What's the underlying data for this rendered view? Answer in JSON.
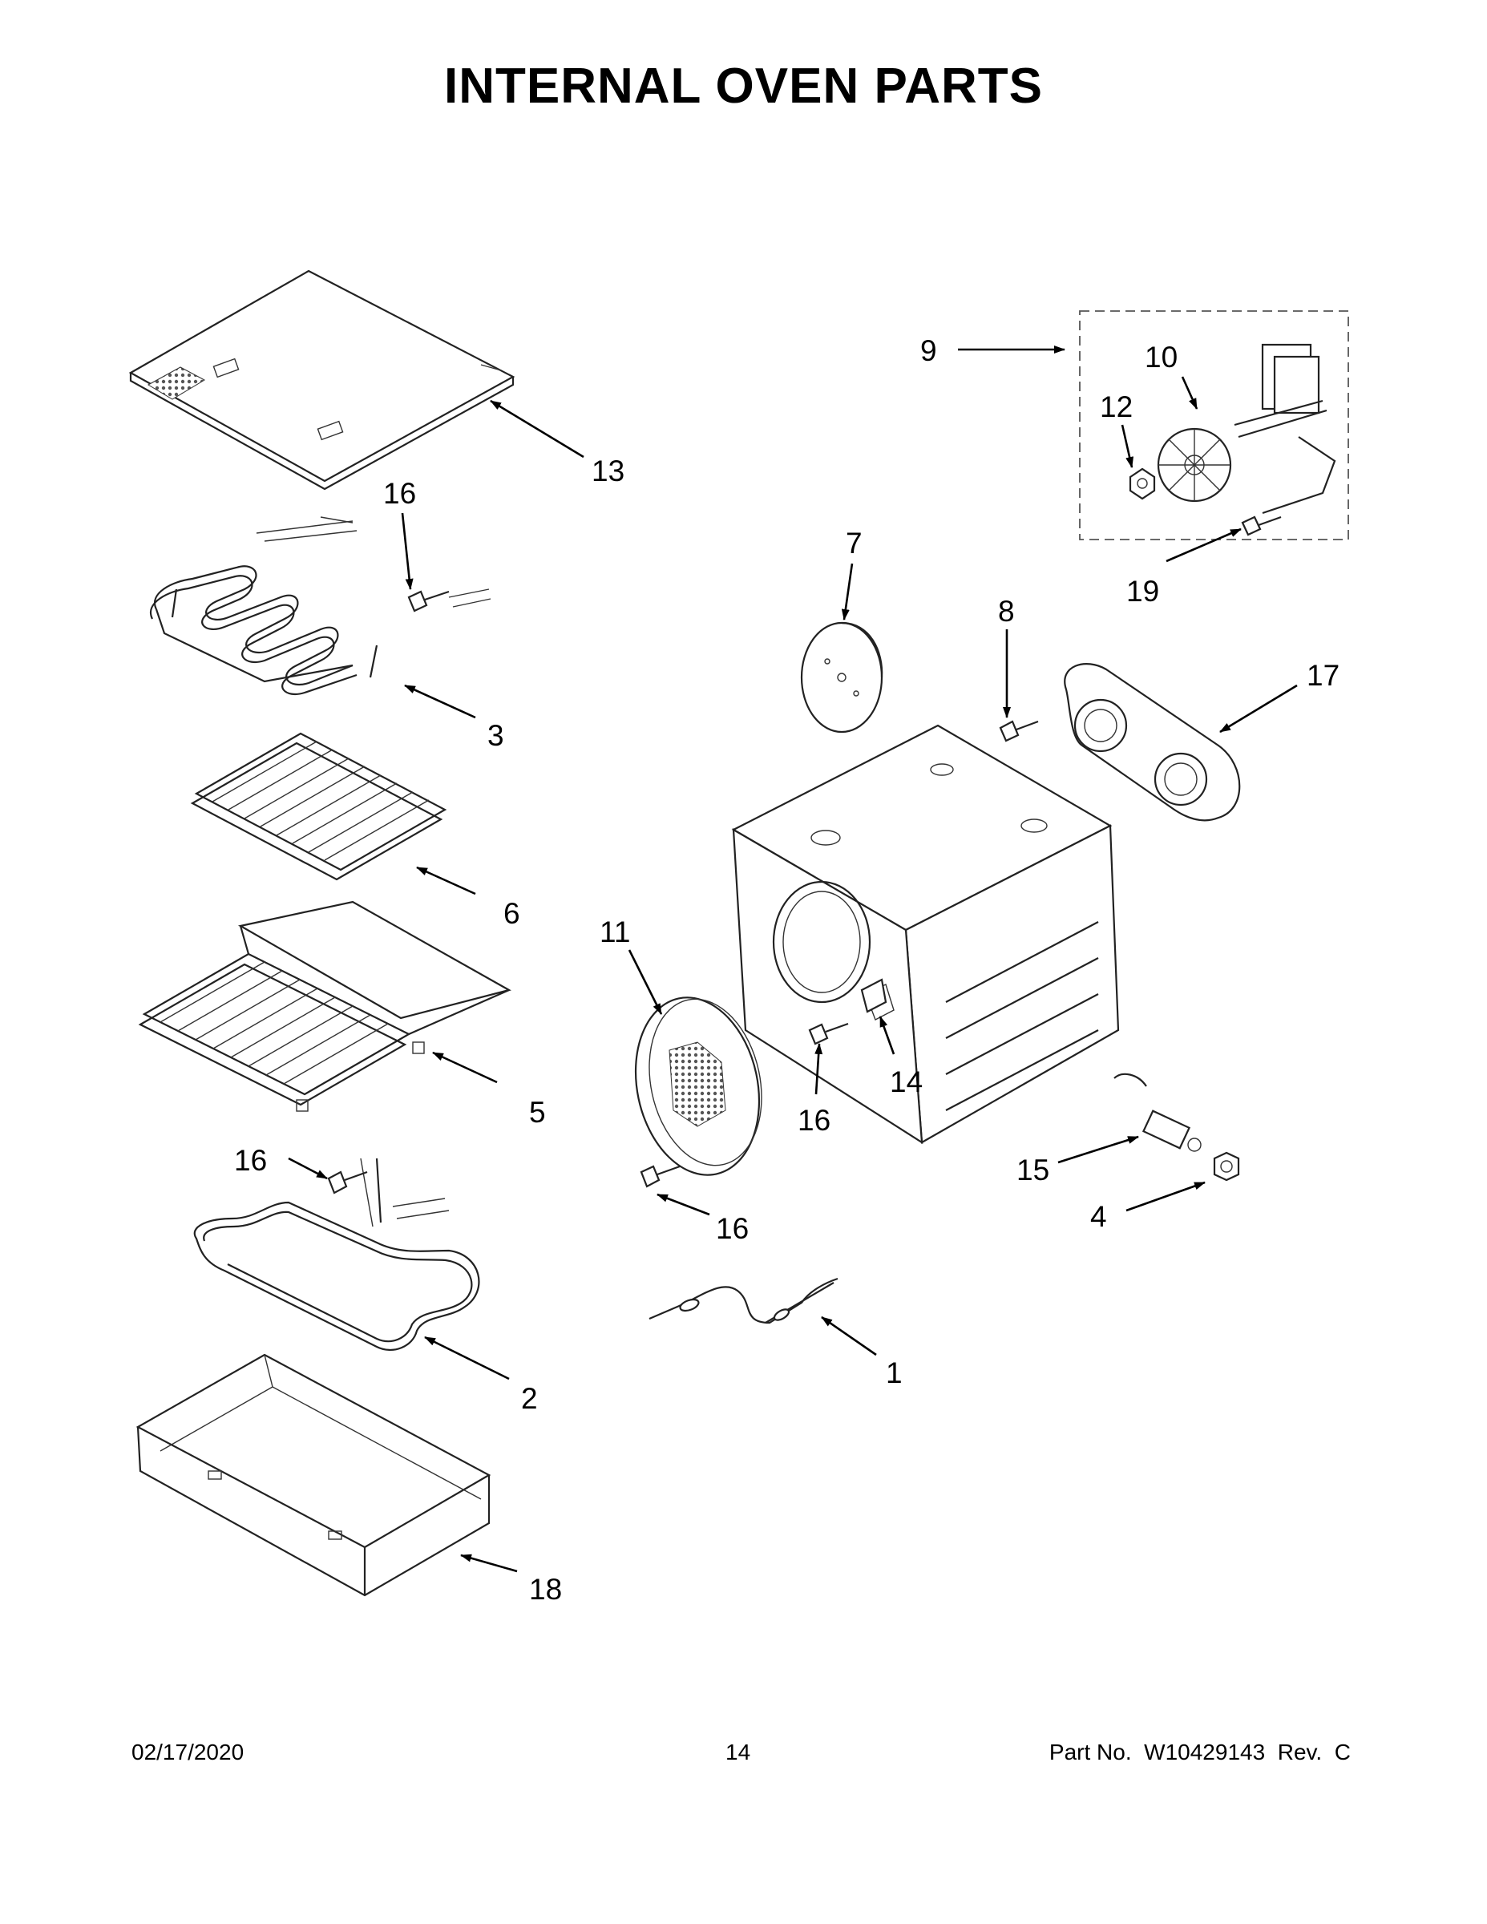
{
  "title": "INTERNAL OVEN PARTS",
  "callouts": {
    "c1": "1",
    "c2": "2",
    "c3": "3",
    "c4": "4",
    "c5": "5",
    "c6": "6",
    "c7": "7",
    "c8": "8",
    "c9": "9",
    "c10": "10",
    "c11": "11",
    "c12": "12",
    "c13": "13",
    "c14": "14",
    "c15": "15",
    "c16a": "16",
    "c16b": "16",
    "c16c": "16",
    "c16d": "16",
    "c17": "17",
    "c18": "18",
    "c19": "19"
  },
  "footer": {
    "date": "02/17/2020",
    "page": "14",
    "part_no": "Part No.  W10429143  Rev.  C"
  }
}
